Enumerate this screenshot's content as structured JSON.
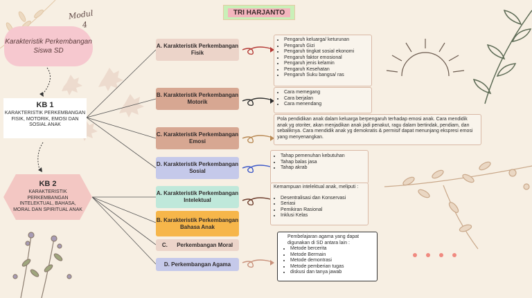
{
  "author": "TRI HARJANTO",
  "modul": {
    "word": "Modul",
    "number": "4"
  },
  "title": "Karakteristik Perkembangan Siswa SD",
  "kb1": {
    "heading": "KB 1",
    "text": "KARAKTERISTIK PERKEMBANGAN FISIK, MOTORIK, EMOSI DAN SOSIAL ANAK"
  },
  "kb2": {
    "heading": "KB 2",
    "text": "KARAKTERISTIK PERKEMBANGAN INTELEKTUAL, BAHASA, MORAL DAN SPIRITUAL ANAK"
  },
  "categories": [
    {
      "label": "A. Karakteristik Perkembangan Fisik",
      "color": "#ecd4c9"
    },
    {
      "label": "B. Karakteristik Perkembangan Motorik",
      "color": "#d7a792"
    },
    {
      "label": "C. Karakteristik Perkembangan Emosi",
      "color": "#d7a792"
    },
    {
      "label": "D. Karakteristik Perkembangan Sosial",
      "color": "#c5c9ea"
    },
    {
      "label": "A. Karakteristik Perkembangan Intelektual",
      "color": "#bfe8da"
    },
    {
      "label": "B. Karakteristik Perkembangan Bahasa Anak",
      "color": "#f6b64a"
    },
    {
      "label": "C.      Perkembangan Moral",
      "color": "#ecd4c9"
    },
    {
      "label": "D. Perkembangan Agama",
      "color": "#c5c9ea"
    }
  ],
  "details": {
    "fisik": [
      "Pengaruh keluarga/ keturunan",
      "Pengaruh Gizi",
      "Pengaruh tingkat sosial ekonomi",
      "Pengaruh faktor emosional",
      "Pengaruh jenis kelamin",
      "Pengaruh Kesehatan",
      "Pengaruh Suku bangsa/ ras"
    ],
    "motorik": [
      "Cara memegang",
      "Cara berjalan",
      "Cara menendang"
    ],
    "emosi": "Pola pendidikan anak dalam keluarga berpengaruh terhadap emosi anak. Cara mendidik anak yg otoriter, akan menjadikan anak jadi penakut, ragu dalam bertindak, pendiam, dan sebaliknya. Cara mendidik anak yg demokratis & permisif dapat menunjang ekspresi emosi yang menyenangkan.",
    "sosial": [
      "Tahap pemenuhan kebutuhan",
      "Tahap balas jasa",
      "Tahap akrab"
    ],
    "intelektual_intro": "Kemampuan intelektual anak, meliputi :",
    "intelektual": [
      "Desentralisasi dan Konservasi",
      "Seriasi",
      "Pemikiran Rasional",
      "Inklusi Kelas"
    ],
    "agama_intro": "Pembelajaran agama yang dapat digunakan di SD antara lain :",
    "agama": [
      "Metode bercerita",
      "Metode Bermain",
      "Metode demontrasi",
      "Metode pemberian tugas",
      "diskusi dan tanya jawab"
    ]
  },
  "colors": {
    "background": "#f7efe3",
    "kb2": "#f3c7c3",
    "title": "#f6c8cf",
    "squiggle_red": "#b43a36",
    "squiggle_blue": "#3b57c8"
  }
}
